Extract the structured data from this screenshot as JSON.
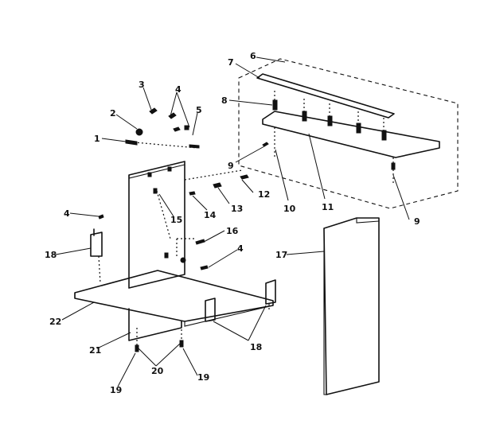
{
  "diagram": {
    "callouts": {
      "c1": "1",
      "c2": "2",
      "c3": "3",
      "c4a": "4",
      "c4b": "4",
      "c4c": "4",
      "c5": "5",
      "c6": "6",
      "c7": "7",
      "c8": "8",
      "c9a": "9",
      "c9b": "9",
      "c10": "10",
      "c11": "11",
      "c12": "12",
      "c13": "13",
      "c14": "14",
      "c15": "15",
      "c16": "16",
      "c17": "17",
      "c18a": "18",
      "c18b": "18",
      "c19a": "19",
      "c19b": "19",
      "c20": "20",
      "c21": "21",
      "c22": "22"
    }
  }
}
